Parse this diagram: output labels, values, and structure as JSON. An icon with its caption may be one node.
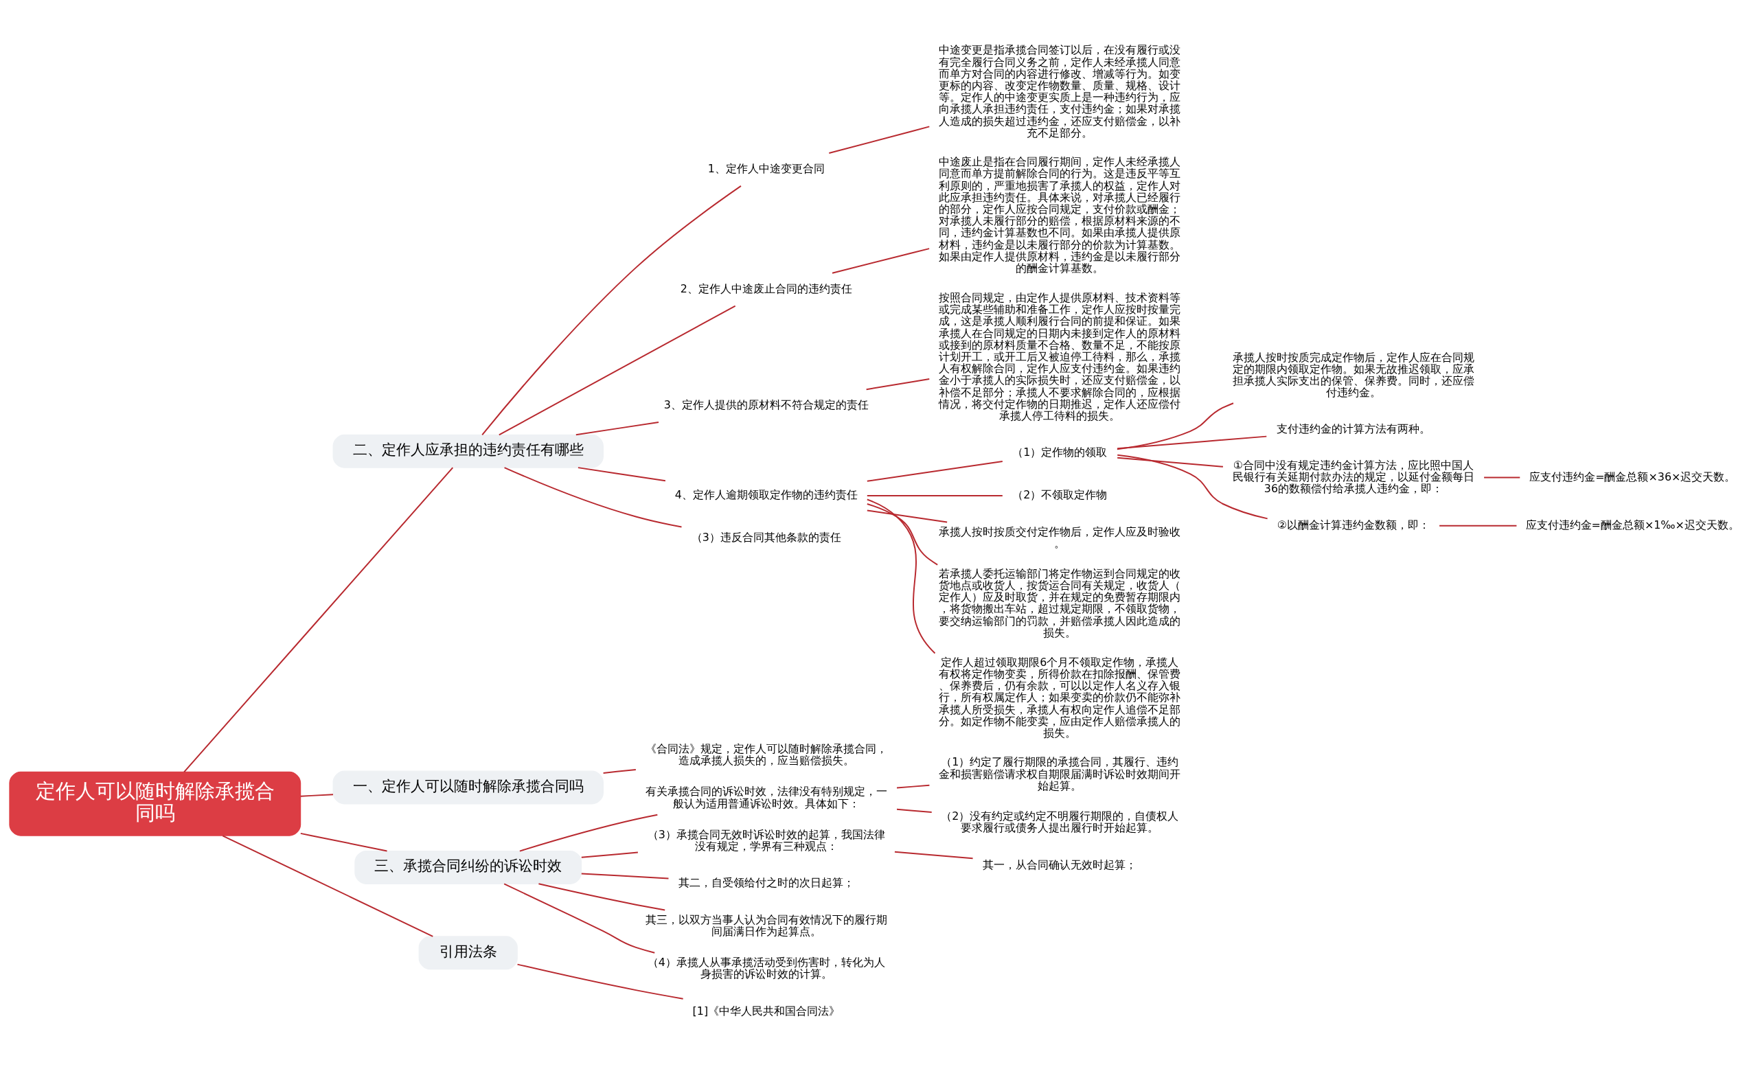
{
  "diagram": {
    "nodes": [
      {
        "text": [
          "定作人可以随时解除承揽合同吗"
        ]
      },
      {
        "text": [
          "二、定作人应承担的违约责任有哪些"
        ]
      },
      {
        "text": [
          "1、定作人中途变更合同"
        ]
      },
      {
        "text": [
          "中途变更是指承揽合同签订以后，在没有履行或没有完全履行合同义务之前，定作人未经承揽人同意而单方对合同的内容进行修改、增减等行为。如变更标的内容、改变定作物数量、质量、规格、设计等。定作人的中途变更实质上是一种违约行为，应向承揽人承担违约责任，支付违约金；如果对承揽人造成的损失超过违约金，还应支付赔偿金，以补充不足部分。"
        ]
      },
      {
        "text": [
          "2、定作人中途废止合同的违约责任"
        ]
      },
      {
        "text": [
          "中途废止是指在合同履行期间，定作人未经承揽人同意而单方提前解除合同的行为。这是违反平等互利原则的，严重地损害了承揽人的权益，定作人对此应承担违约责任。具体来说，对承揽人已经履行的部分，定作人应按合同规定，支付价款或酬金；对承揽人未履行部分的赔偿，根据原材料来源的不同，违约金计算基数也不同。如果由承揽人提供原材料，违约金是以未履行部分的价款为计算基数。如果由定作人提供原材料，违约金是以未履行部分的酬金计算基数。"
        ]
      },
      {
        "text": [
          "3、定作人提供的原材料不符合规定的责任"
        ]
      },
      {
        "text": [
          "按照合同规定，由定作人提供原材料、技术资料等或完成某些辅助和准备工作，定作人应按时按量完成，这是承揽人顺利履行合同的前提和保证。如果承揽人在合同规定的日期内未接到定作人的原材料或接到的原材料质量不合格、数量不足，不能按原计划开工，或开工后又被迫停工待料，那么，承揽人有权解除合同，定作人应支付违约金。如果违约金小于承揽人的实际损失时，还应支付赔偿金，以补偿不足部分；承揽人不要求解除合同的，应根据情况，将交付定作物的日期推迟，定作人还应偿付承揽人停工待料的损失。"
        ]
      },
      {
        "text": [
          "4、定作人逾期领取定作物的违约责任"
        ]
      },
      {
        "text": [
          "（1）定作物的领取"
        ]
      },
      {
        "text": [
          "承揽人按时按质完成定作物后，定作人应在合同规定的期限内领取定作物。如果无故推迟领取，应承担承揽人实际支出的保管、保养费。同时，还应偿付违约金。"
        ]
      },
      {
        "text": [
          "支付违约金的计算方法有两种。"
        ]
      },
      {
        "text": [
          "①合同中没有规定违约金计算方法，应比照中国人民银行有关延期付款办法的规定，以延付金额每日36的数额偿付给承揽人违约金，即："
        ]
      },
      {
        "text": [
          "应支付违约金=酬金总额×36×迟交天数。"
        ]
      },
      {
        "text": [
          "②以酬金计算违约金数额，即："
        ]
      },
      {
        "text": [
          "应支付违约金=酬金总额×1‰×迟交天数。"
        ]
      },
      {
        "text": [
          "（2）不领取定作物"
        ]
      },
      {
        "text": [
          "承揽人按时按质交付定作物后，定作人应及时验收。"
        ]
      },
      {
        "text": [
          "若承揽人委托运输部门将定作物运到合同规定的收货地点或收货人，按货运合同有关规定，收货人（定作人）应及时取货，并在规定的免费暂存期限内，将货物搬出车站，超过规定期限，不领取货物，要交纳运输部门的罚款，并赔偿承揽人因此造成的损失。"
        ]
      },
      {
        "text": [
          "定作人超过领取期限6个月不领取定作物，承揽人有权将定作物变卖，所得价款在扣除报酬、保管费、保养费后，仍有余款，可以以定作人名义存入银行，所有权属定作人；如果变卖的价款仍不能弥补承揽人所受损失，承揽人有权向定作人追偿不足部分。如定作物不能变卖，应由定作人赔偿承揽人的损失。"
        ]
      },
      {
        "text": [
          "（3）违反合同其他条款的责任"
        ]
      },
      {
        "text": [
          "一、定作人可以随时解除承揽合同吗"
        ]
      },
      {
        "text": [
          "《合同法》规定，定作人可以随时解除承揽合同，造成承揽人损失的，应当赔偿损失。"
        ]
      },
      {
        "text": [
          "三、承揽合同纠纷的诉讼时效"
        ]
      },
      {
        "text": [
          "有关承揽合同的诉讼时效，法律没有特别规定，一般认为适用普通诉讼时效。具体如下："
        ]
      },
      {
        "text": [
          "（1）约定了履行期限的承揽合同，其履行、违约金和损害赔偿请求权自期限届满时诉讼时效期间开始起算。"
        ]
      },
      {
        "text": [
          "（2）没有约定或约定不明履行期限的，自债权人要求履行或债务人提出履行时开始起算。"
        ]
      },
      {
        "text": [
          "（3）承揽合同无效时诉讼时效的起算，我国法律没有规定，学界有三种观点："
        ]
      },
      {
        "text": [
          "其一，从合同确认无效时起算；"
        ]
      },
      {
        "text": [
          "其二，自受领给付之时的次日起算；"
        ]
      },
      {
        "text": [
          "其三，以双方当事人认为合同有效情况下的履行期间届满日作为起算点。"
        ]
      },
      {
        "text": [
          "（4）承揽人从事承揽活动受到伤害时，转化为人身损害的诉讼时效的计算。"
        ]
      },
      {
        "text": [
          "引用法条"
        ]
      },
      {
        "text": [
          "[1]《中华人民共和国合同法》"
        ]
      }
    ],
    "edges": [
      {
        "from": 0,
        "to": 1,
        "arrow": "none"
      },
      {
        "from": 1,
        "to": 2,
        "arrow": "none"
      },
      {
        "from": 2,
        "to": 3,
        "arrow": "none"
      },
      {
        "from": 1,
        "to": 4,
        "arrow": "none"
      },
      {
        "from": 4,
        "to": 5,
        "arrow": "none"
      },
      {
        "from": 1,
        "to": 6,
        "arrow": "none"
      },
      {
        "from": 6,
        "to": 7,
        "arrow": "none"
      },
      {
        "from": 1,
        "to": 8,
        "arrow": "none"
      },
      {
        "from": 8,
        "to": 9,
        "arrow": "none"
      },
      {
        "from": 9,
        "to": 10,
        "arrow": "none"
      },
      {
        "from": 9,
        "to": 11,
        "arrow": "none"
      },
      {
        "from": 9,
        "to": 12,
        "arrow": "none"
      },
      {
        "from": 12,
        "to": 13,
        "arrow": "none"
      },
      {
        "from": 9,
        "to": 14,
        "arrow": "none"
      },
      {
        "from": 14,
        "to": 15,
        "arrow": "none"
      },
      {
        "from": 8,
        "to": 16,
        "arrow": "none"
      },
      {
        "from": 8,
        "to": 17,
        "arrow": "none"
      },
      {
        "from": 8,
        "to": 18,
        "arrow": "none"
      },
      {
        "from": 8,
        "to": 19,
        "arrow": "none"
      },
      {
        "from": 1,
        "to": 20,
        "arrow": "none"
      },
      {
        "from": 0,
        "to": 21,
        "arrow": "none"
      },
      {
        "from": 21,
        "to": 22,
        "arrow": "none"
      },
      {
        "from": 0,
        "to": 23,
        "arrow": "none"
      },
      {
        "from": 23,
        "to": 24,
        "arrow": "none"
      },
      {
        "from": 24,
        "to": 25,
        "arrow": "none"
      },
      {
        "from": 24,
        "to": 26,
        "arrow": "none"
      },
      {
        "from": 23,
        "to": 27,
        "arrow": "none"
      },
      {
        "from": 27,
        "to": 28,
        "arrow": "none"
      },
      {
        "from": 23,
        "to": 29,
        "arrow": "none"
      },
      {
        "from": 23,
        "to": 30,
        "arrow": "none"
      },
      {
        "from": 23,
        "to": 31,
        "arrow": "none"
      },
      {
        "from": 0,
        "to": 32,
        "arrow": "none"
      },
      {
        "from": 32,
        "to": 33,
        "arrow": "none"
      }
    ]
  }
}
